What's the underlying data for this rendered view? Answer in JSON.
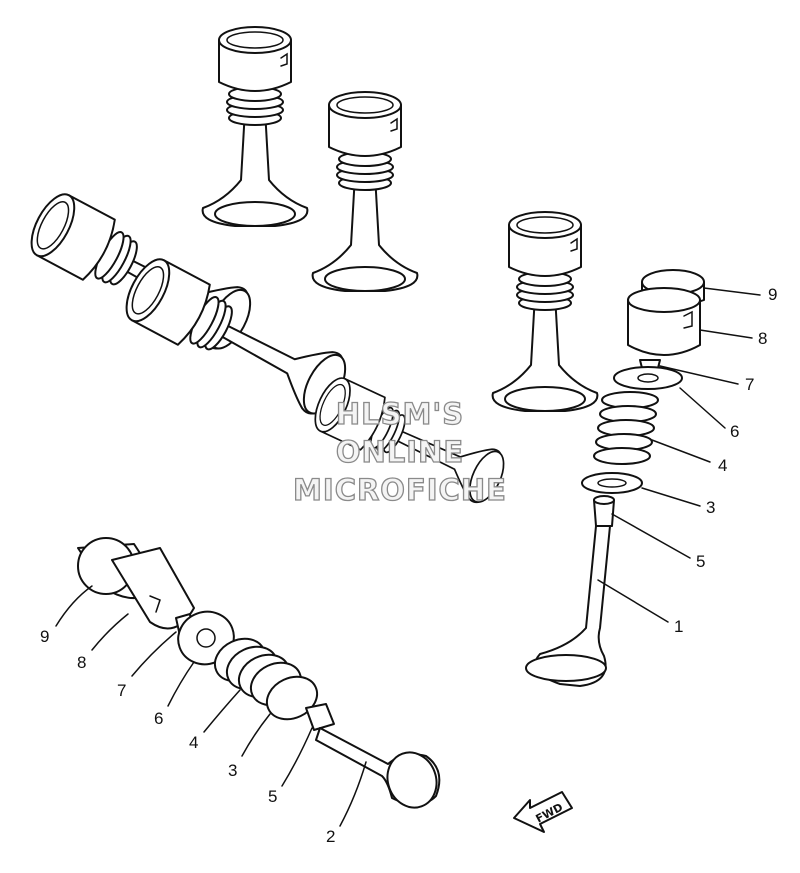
{
  "watermark": {
    "lines": [
      "HLSM'S",
      "ONLINE",
      "MICROFICHE"
    ]
  },
  "fwd_label": "FWD",
  "callouts_right": [
    "9",
    "8",
    "7",
    "6",
    "4",
    "3",
    "5",
    "1"
  ],
  "callouts_left": [
    "9",
    "8",
    "7",
    "6",
    "4",
    "3",
    "5",
    "2"
  ]
}
